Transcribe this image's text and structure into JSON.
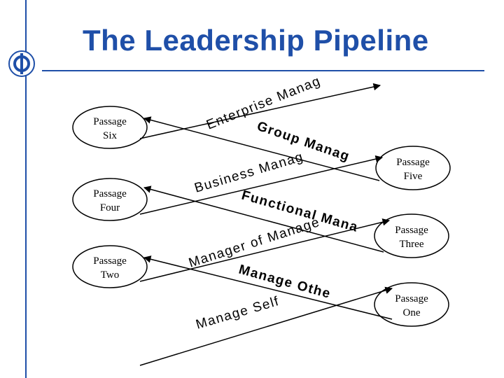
{
  "title": "The Leadership Pipeline",
  "colors": {
    "accent": "#1f4fa8",
    "text": "#000000",
    "line": "#000000"
  },
  "logo_icon": "circle-logo-icon",
  "passages_left": [
    "Passage Six",
    "Passage Four",
    "Passage Two"
  ],
  "passages_right": [
    "Passage Five",
    "Passage Three",
    "Passage One"
  ],
  "labels": {
    "enterprise": "Enterprise Manager",
    "group": "Group Manager",
    "business": "Business Manager",
    "functional": "Functional Manager",
    "manager_of_managers": "Manager of Managers",
    "manage_others": "Manage Others",
    "manage_self": "Manage Self"
  }
}
